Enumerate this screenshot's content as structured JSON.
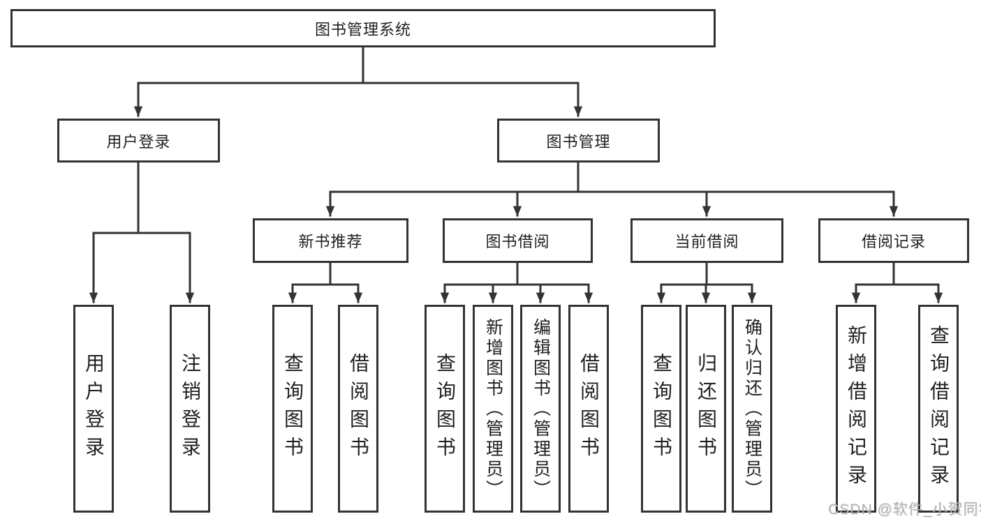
{
  "diagram": {
    "type": "hierarchy-tree",
    "colors": {
      "line": "#333333",
      "text": "#1f1f1f",
      "watermark": "#b5b5b5",
      "background": "#ffffff"
    }
  },
  "tree": {
    "root": "图书管理系统",
    "branches": [
      {
        "label": "用户登录",
        "children": [
          "用户登录",
          "注销登录"
        ]
      },
      {
        "label": "图书管理",
        "children": [
          {
            "label": "新书推荐",
            "children": [
              "查询图书",
              "借阅图书"
            ]
          },
          {
            "label": "图书借阅",
            "children": [
              "查询图书",
              "新增图书（管理员）",
              "编辑图书（管理员）",
              "借阅图书"
            ]
          },
          {
            "label": "当前借阅",
            "children": [
              "查询图书",
              "归还图书",
              "确认归还（管理员）"
            ]
          },
          {
            "label": "借阅记录",
            "children": [
              "新增借阅记录",
              "查询借阅记录"
            ]
          }
        ]
      }
    ]
  },
  "watermark": "CSDN @软件_小贺同学"
}
